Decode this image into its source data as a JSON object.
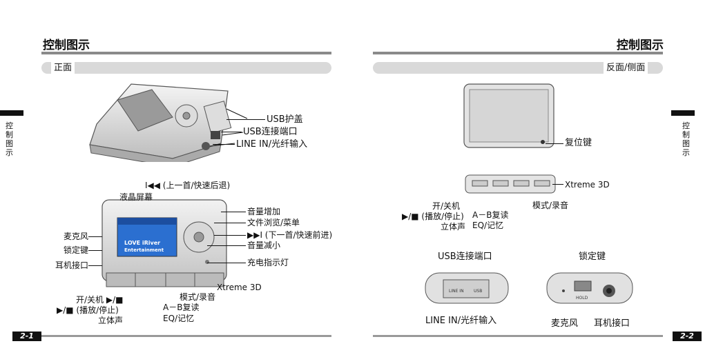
{
  "left_page": {
    "title": "控制图示",
    "section": "正面",
    "page_number": "2-1",
    "side_tab": "控制图示",
    "top_device_labels": {
      "usb_cover": "USB护盖",
      "usb_port": "USB连接端口",
      "line_in": "LINE IN/光纤输入"
    },
    "front_labels": {
      "prev": "I◀◀ (上一首/快速后退)",
      "lcd": "液晶屏幕",
      "vol_up": "音量增加",
      "navi": "文件浏览/菜单",
      "next": "▶▶I (下一首/快速前进)",
      "vol_down": "音量减小",
      "charge_led": "充电指示灯",
      "mic": "麦克风",
      "hold": "锁定键",
      "earphone": "耳机接口",
      "xtreme": "Xtreme 3D",
      "mode": "模式/录音",
      "power": "开/关机 ▶/■",
      "play": "▶/■ (播放/停止)",
      "stereo": "立体声",
      "ab": "A－B复读",
      "eq": "EQ/记忆"
    },
    "lcd_screen": {
      "line1": "LOVE iRiver",
      "line2": "Entertainment"
    }
  },
  "right_page": {
    "title": "控制图示",
    "section": "反面/侧面",
    "page_number": "2-2",
    "side_tab": "控制图示",
    "back_labels": {
      "reset": "复位键"
    },
    "top_view_labels": {
      "xtreme": "Xtreme 3D",
      "power": "开/关机",
      "play": "▶/■ (播放/停止)",
      "stereo": "立体声",
      "ab": "A－B复读",
      "eq": "EQ/记忆",
      "mode": "模式/录音"
    },
    "side_labels": {
      "usb_port": "USB连接端口",
      "line_in": "LINE IN/光纤输入",
      "hold": "锁定键",
      "mic": "麦克风",
      "earphone": "耳机接口"
    },
    "small_print": {
      "line_in_port": "LINE IN",
      "usb_port": "USB",
      "hold_switch": "HOLD"
    }
  }
}
